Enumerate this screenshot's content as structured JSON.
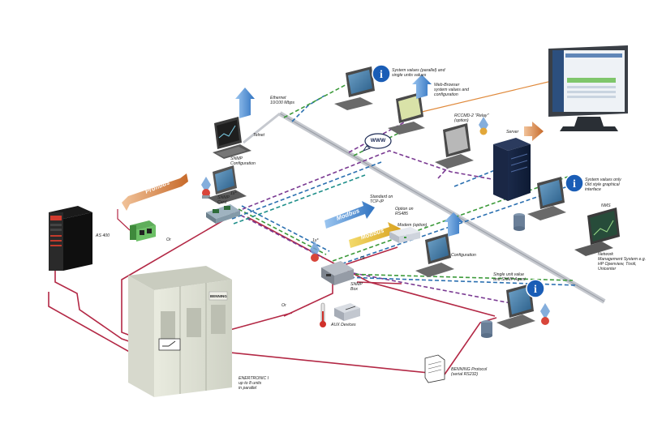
{
  "colors": {
    "power_line": "#b32845",
    "ethernet": "#b9bcc2",
    "data_purple": "#7a3a92",
    "data_green": "#3c9a3a",
    "data_blue": "#2a6fb0",
    "data_teal": "#1f8f8a",
    "arrow_blue": "#2f72c0",
    "arrow_orange": "#e08a3c",
    "info_blue": "#1a5db6"
  },
  "labels": {
    "as400": "AS 400",
    "profibus": "Profibus",
    "snmp_card": "SNMP\nCard",
    "one_x_card": "1x*",
    "or_card": "Or",
    "telnet": "Telnet",
    "ethernet": "Ethernet\n10/100 Mbps",
    "snmp_configuration": "SNMP\nConfiguration",
    "system_values_parallel": "System values (parallel) and\nsingle units values",
    "web_browser": "Web-Browser\nsystem values and\nconfiguration",
    "www": "WWW",
    "rccmd": "RCCMD-2 \"Relay\"\n(option)",
    "server": "Server",
    "standard_tcp": "Standard on\nTCP-IP",
    "modbus_1": "Modbus",
    "modbus_2": "Modbus",
    "option_rs485": "Option on\nRS485",
    "modem": "Modem (option)",
    "configuration": "Configuration",
    "system_values_graphical": "System values only\nOld style graphical\ninterface",
    "nms": "NMS",
    "nms_desc": "Network\nManagement System e.g.\nHP Openview, Tivoli, Unicenter",
    "one_x_box": "1x*",
    "or_box": "Or",
    "snmp_box": "SNMP\nBox",
    "single_unit": "Single unit value\nand SNMP Agent",
    "aux_devices": "AUX Devices",
    "or_power": "Or",
    "enertronic": "ENERTRONIC I\nup to 8 units\nin parallel",
    "benning_protocol": "BENNING Protocol\n(serial RS232)",
    "cabinet_brand": "BENNING"
  }
}
